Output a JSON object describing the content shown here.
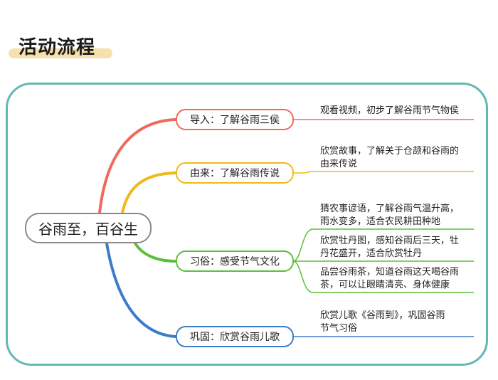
{
  "section_title": "活动流程",
  "center": "谷雨至，百谷生",
  "colors": {
    "frame": "#62b8b4",
    "title_highlight": "#f6e0ad",
    "branch_red": "#ef6a5b",
    "branch_yellow": "#f2b81b",
    "branch_green": "#5cbf3a",
    "branch_blue": "#3d7cc9"
  },
  "branches": [
    {
      "label": "导入：了解谷雨三侯",
      "leaves": [
        [
          "观看视频，初步了解谷雨节气物侯"
        ]
      ]
    },
    {
      "label": "由来：了解谷雨传说",
      "leaves": [
        [
          "欣赏故事，了解关于仓颉和谷雨的",
          "由来传说"
        ]
      ]
    },
    {
      "label": "习俗：感受节气文化",
      "leaves": [
        [
          "猜农事谚语，了解谷雨气温升高，",
          "雨水变多，适合农民耕田种地"
        ],
        [
          "欣赏牡丹图，感知谷雨后三天，牡",
          "丹花盛开，适合欣赏牡丹"
        ],
        [
          "品尝谷雨茶，知道谷雨这天喝谷雨",
          "茶，可以让眼睛清亮、身体健康"
        ]
      ]
    },
    {
      "label": "巩固：欣赏谷雨儿歌",
      "leaves": [
        [
          "欣赏儿歌《谷雨到》，巩固谷雨",
          "节气习俗"
        ]
      ]
    }
  ]
}
